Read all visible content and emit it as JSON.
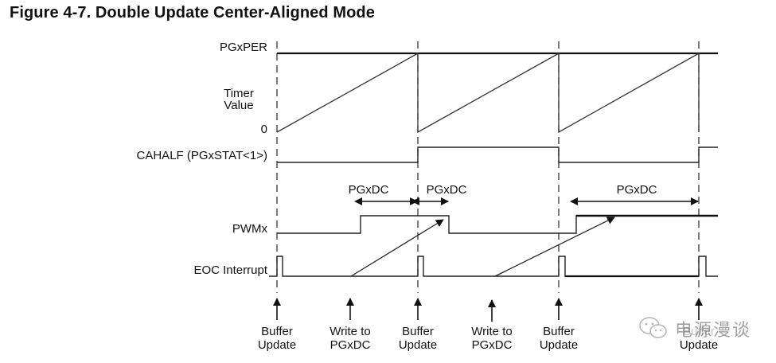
{
  "figure": {
    "title": "Figure 4-7.  Double Update Center-Aligned Mode"
  },
  "signals": {
    "pgxper": "PGxPER",
    "timer_value_line1": "Timer",
    "timer_value_line2": "Value",
    "zero": "0",
    "cahalf": "CAHALF (PGxSTAT<1>)",
    "pwmx": "PWMx",
    "eoc": "EOC Interrupt"
  },
  "annotations": {
    "duty_labels": [
      "PGxDC",
      "PGxDC",
      "PGxDC"
    ]
  },
  "events": [
    {
      "line1": "Buffer",
      "line2": "Update"
    },
    {
      "line1": "Write to",
      "line2": "PGxDC"
    },
    {
      "line1": "Buffer",
      "line2": "Update"
    },
    {
      "line1": "Write to",
      "line2": "PGxDC"
    },
    {
      "line1": "Buffer",
      "line2": "Update"
    },
    {
      "line1": "Buffer",
      "line2": "Update"
    }
  ],
  "watermark": {
    "text": "电源漫谈",
    "icon": "wechat-icon"
  },
  "colors": {
    "line": "#111111",
    "dash": "#333333"
  }
}
